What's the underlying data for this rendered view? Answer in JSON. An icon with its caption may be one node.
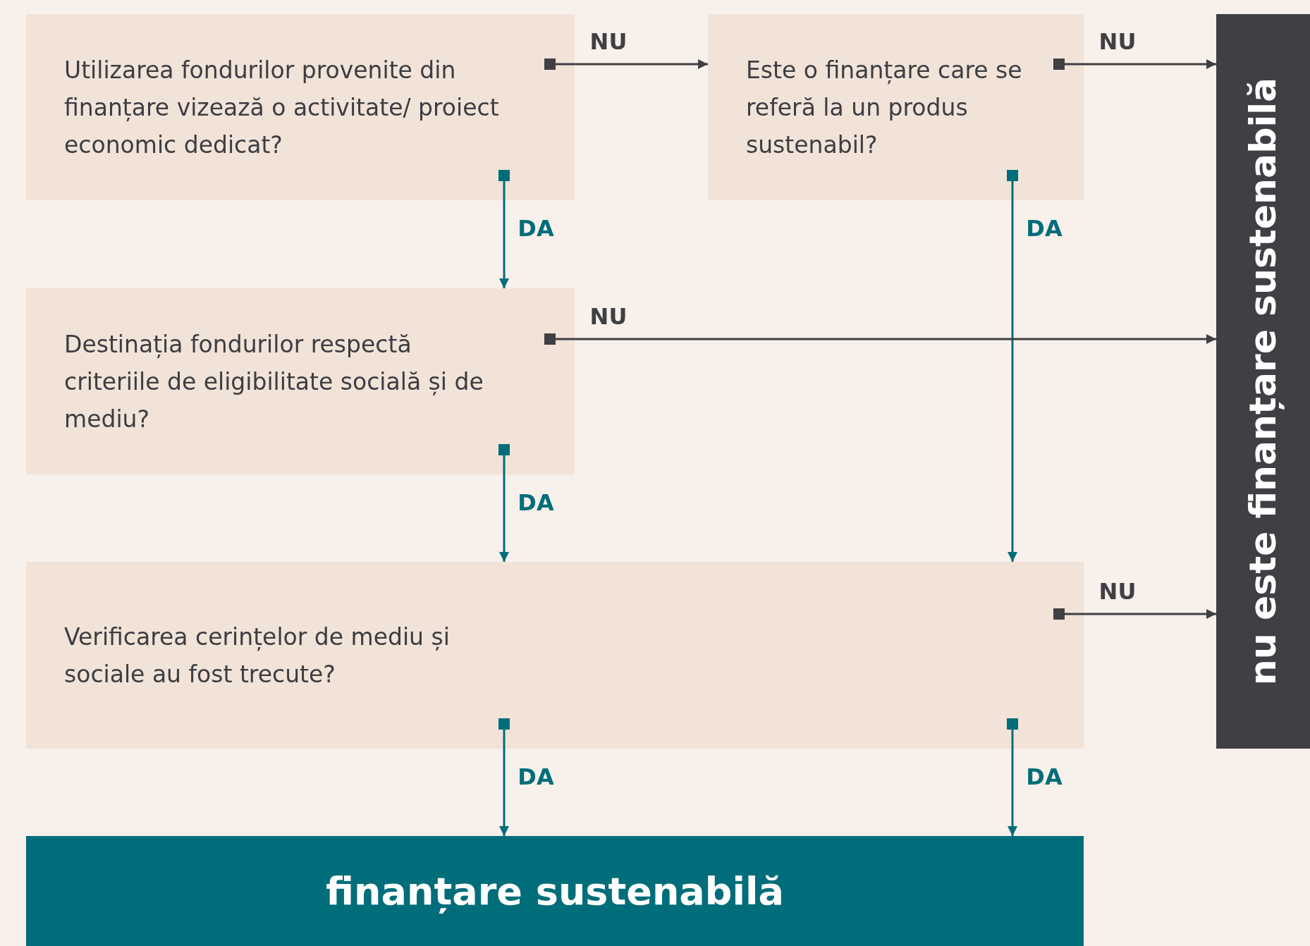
{
  "diagram": {
    "nodes": [
      {
        "text": [
          "Utilizarea fondurilor provenite din finanțare vizează o activitate/ proiect economic dedicat?"
        ]
      },
      {
        "text": [
          "Este o finanțare care se referă la un produs sustenabil?"
        ]
      },
      {
        "text": [
          "Destinația fondurilor respectă criteriile de eligibilitate socială și de mediu?"
        ]
      },
      {
        "text": [
          "Verificarea cerințelor de mediu și sociale au fost trecute?"
        ]
      },
      {
        "text": [
          "finanțare sustenabilă"
        ]
      },
      {
        "text": [
          "nu este finanțare sustenabilă"
        ]
      }
    ],
    "edges": [
      {
        "from": 0,
        "to": 1,
        "arrow": "to",
        "label": "NU",
        "color": "#3f3f44"
      },
      {
        "from": 1,
        "to": 5,
        "arrow": "to",
        "label": "NU",
        "color": "#3f3f44"
      },
      {
        "from": 0,
        "to": 2,
        "arrow": "to",
        "label": "DA",
        "color": "#006e7a"
      },
      {
        "from": 1,
        "to": 3,
        "arrow": "to",
        "label": "DA",
        "color": "#006e7a"
      },
      {
        "from": 2,
        "to": 5,
        "arrow": "to",
        "label": "NU",
        "color": "#3f3f44"
      },
      {
        "from": 2,
        "to": 3,
        "arrow": "to",
        "label": "DA",
        "color": "#006e7a"
      },
      {
        "from": 3,
        "to": 5,
        "arrow": "to",
        "label": "NU",
        "color": "#3f3f44"
      },
      {
        "from": 3,
        "to": 4,
        "arrow": "to",
        "label": "DA",
        "color": "#006e7a"
      },
      {
        "from": 3,
        "to": 4,
        "arrow": "to",
        "label": "DA",
        "color": "#006e7a"
      }
    ]
  }
}
